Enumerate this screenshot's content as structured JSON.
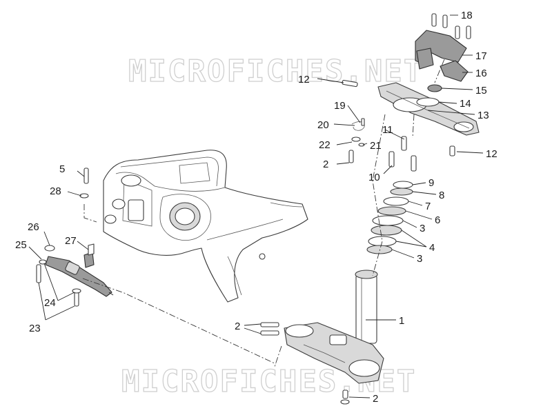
{
  "watermarks": [
    "MICROFICHES.NET",
    "MICROFICHES.NET"
  ],
  "callouts": [
    {
      "id": "c18",
      "text": "18"
    },
    {
      "id": "c17",
      "text": "17"
    },
    {
      "id": "c16",
      "text": "16"
    },
    {
      "id": "c15",
      "text": "15"
    },
    {
      "id": "c14",
      "text": "14"
    },
    {
      "id": "c13",
      "text": "13"
    },
    {
      "id": "c12a",
      "text": "12"
    },
    {
      "id": "c12b",
      "text": "12"
    },
    {
      "id": "c19",
      "text": "19"
    },
    {
      "id": "c20",
      "text": "20"
    },
    {
      "id": "c11",
      "text": "11"
    },
    {
      "id": "c22",
      "text": "22"
    },
    {
      "id": "c21",
      "text": "21"
    },
    {
      "id": "c2a",
      "text": "2"
    },
    {
      "id": "c10",
      "text": "10"
    },
    {
      "id": "c9",
      "text": "9"
    },
    {
      "id": "c8",
      "text": "8"
    },
    {
      "id": "c7",
      "text": "7"
    },
    {
      "id": "c6",
      "text": "6"
    },
    {
      "id": "c3a",
      "text": "3"
    },
    {
      "id": "c4",
      "text": "4"
    },
    {
      "id": "c3b",
      "text": "3"
    },
    {
      "id": "c1",
      "text": "1"
    },
    {
      "id": "c2b",
      "text": "2"
    },
    {
      "id": "c2c",
      "text": "2"
    },
    {
      "id": "c5",
      "text": "5"
    },
    {
      "id": "c28",
      "text": "28"
    },
    {
      "id": "c26",
      "text": "26"
    },
    {
      "id": "c25",
      "text": "25"
    },
    {
      "id": "c27",
      "text": "27"
    },
    {
      "id": "c24",
      "text": "24"
    },
    {
      "id": "c23",
      "text": "23"
    }
  ]
}
